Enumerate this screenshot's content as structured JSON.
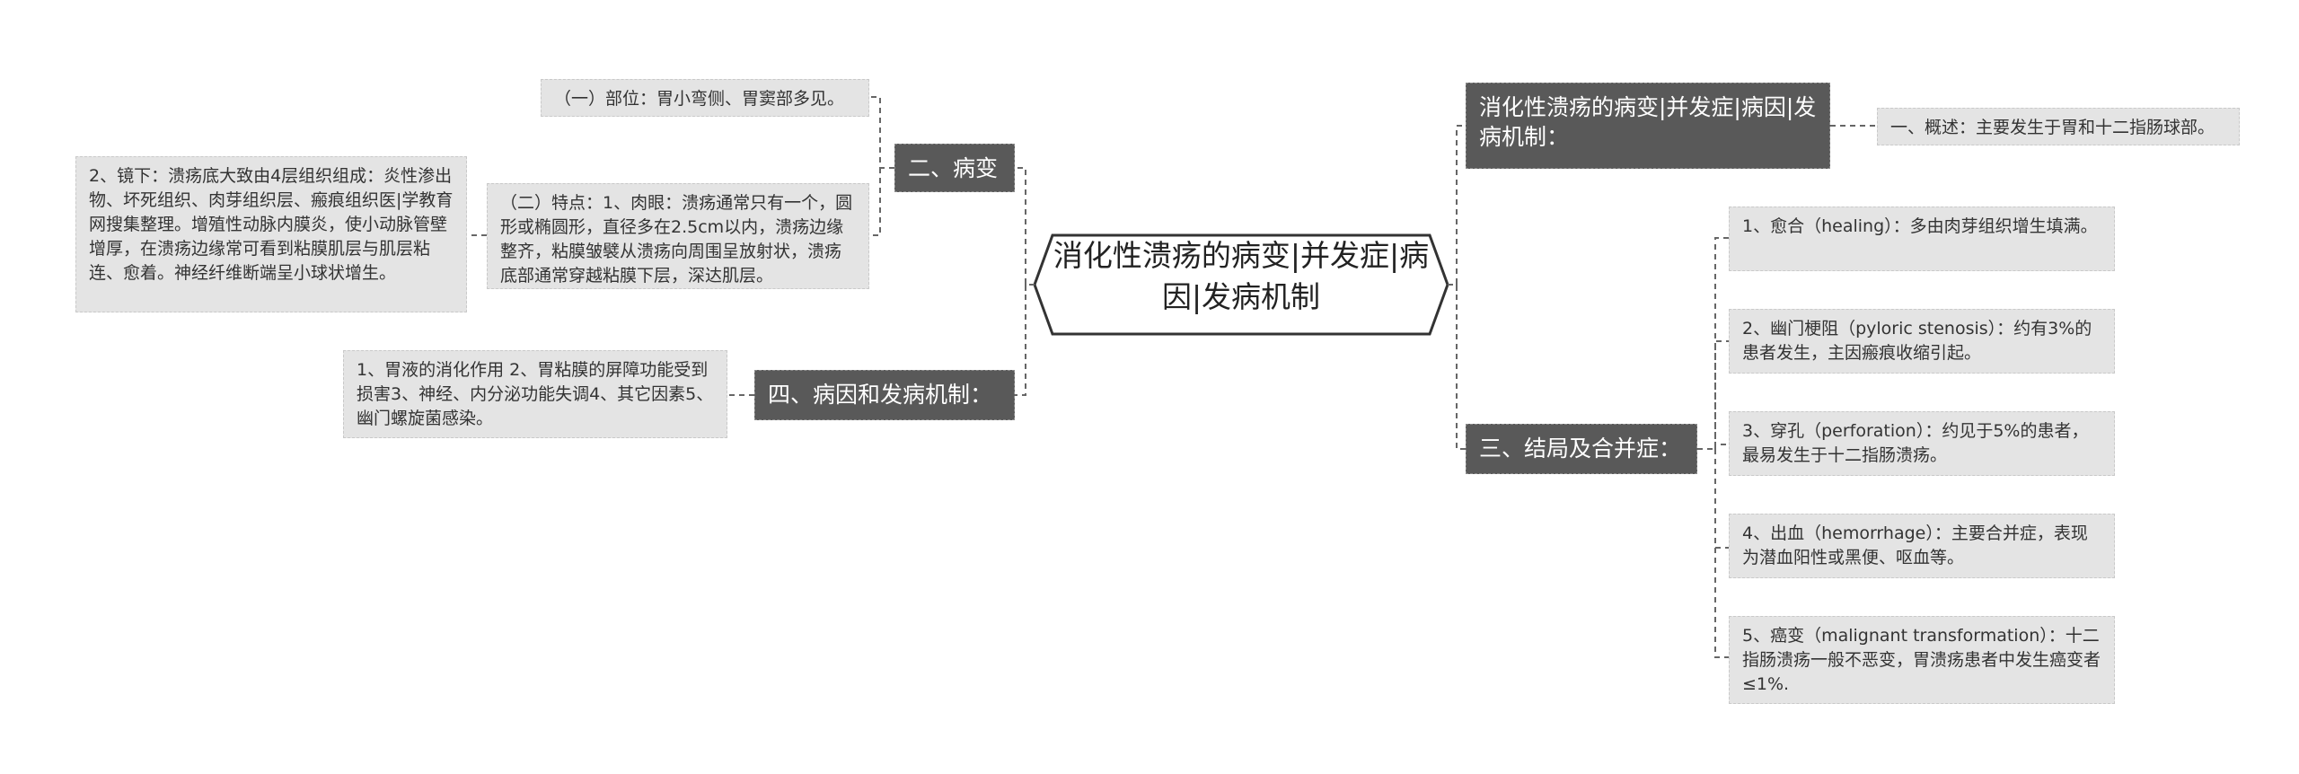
{
  "root": {
    "title": "消化性溃疡的病变|并发症|病因|发病机制"
  },
  "branches": {
    "bingbian": {
      "label": "二、病变",
      "children": {
        "buwei": "（一）部位：胃小弯侧、胃窦部多见。",
        "tedian": "（二）特点：1、肉眼：溃疡通常只有一个，圆形或椭圆形，直径多在2.5cm以内，溃疡边缘整齐，粘膜皱襞从溃疡向周围呈放射状，溃疡底部通常穿越粘膜下层，深达肌层。",
        "jingxia": "2、镜下：溃疡底大致由4层组织组成：炎性渗出物、坏死组织、肉芽组织层、瘢痕组织医|学教育网搜集整理。增殖性动脉内膜炎，使小动脉管壁增厚，在溃疡边缘常可看到粘膜肌层与肌层粘连、愈着。神经纤维断端呈小球状增生。"
      }
    },
    "bingyin": {
      "label": "四、病因和发病机制：",
      "children": {
        "yinsu": "1、胃液的消化作用 2、胃粘膜的屏障功能受到损害3、神经、内分泌功能失调4、其它因素5、幽门螺旋菌感染。"
      }
    },
    "gaishu": {
      "label": "消化性溃疡的病变|并发症|病因|发病机制：",
      "children": {
        "gaishu_text": "一、概述：主要发生于胃和十二指肠球部。"
      }
    },
    "jieju": {
      "label": "三、结局及合并症：",
      "children": {
        "yuhe": "1、愈合（healing）：多由肉芽组织增生填满。",
        "gengzu": "2、幽门梗阻（pyloric stenosis）：约有3%的患者发生，主因瘢痕收缩引起。",
        "chuankong": "3、穿孔（perforation）：约见于5%的患者，最易发生于十二指肠溃疡。",
        "chuxue": "4、出血（hemorrhage）：主要合并症，表现为潜血阳性或黑便、呕血等。",
        "aibian": "5、癌变（malignant transformation）：十二指肠溃疡一般不恶变，胃溃疡患者中发生癌变者≤1%."
      }
    }
  }
}
